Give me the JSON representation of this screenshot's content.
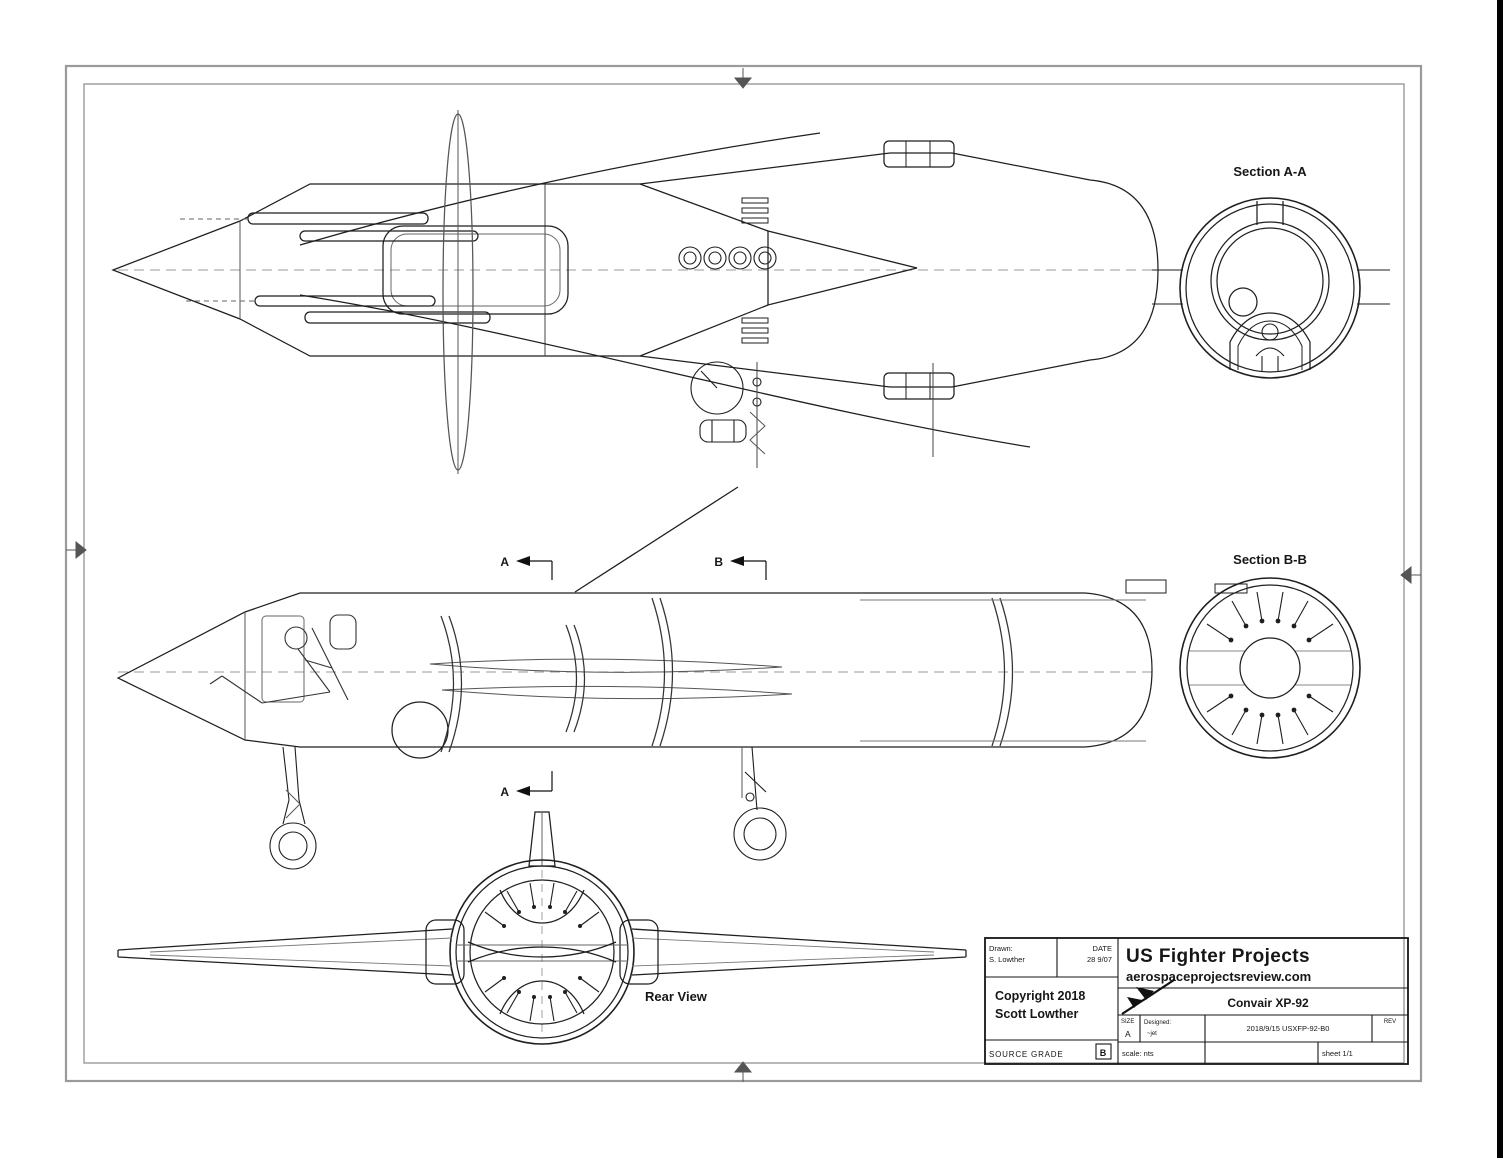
{
  "sheet": {
    "bg": "#ffffff",
    "edge_bar": "#000000",
    "frame": "#9a9a9a",
    "ink": "#1f1f1f"
  },
  "labels": {
    "section_aa": "Section A-A",
    "section_bb": "Section B-B",
    "rear_view": "Rear View",
    "cut_a_top": "A",
    "cut_b_top": "B",
    "cut_a_bottom": "A"
  },
  "title_block": {
    "drawn_label": "Drawn:",
    "drawn_value": "S. Lowther",
    "date_label": "DATE",
    "date_value": "28 9/07",
    "org": "US Fighter Projects",
    "website": "aerospaceprojectsreview.com",
    "copyright": "Copyright 2018",
    "author": "Scott Lowther",
    "subject": "Convair XP-92",
    "source_grade_label": "SOURCE GRADE",
    "source_grade_value": "B",
    "size_label": "SIZE",
    "size_value": "A",
    "designed_label": "Designed:",
    "designed_value": "~jet",
    "drawing_no": "2018/9/15 USXFP-92-B0",
    "rev_label": "REV",
    "scale_text": "scale: nts",
    "sheet_text": "sheet 1/1"
  }
}
